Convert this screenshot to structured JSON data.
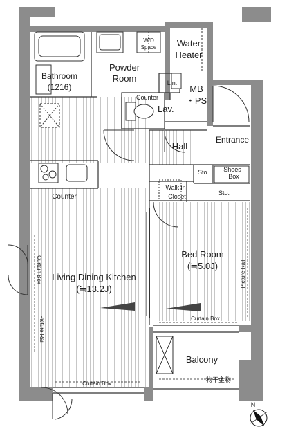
{
  "rooms": {
    "wd_space": [
      "W/D",
      "Space"
    ],
    "water_heater": [
      "Water",
      "Heater"
    ],
    "bathroom": [
      "Bathroom",
      "(1216)"
    ],
    "powder_room": [
      "Powder",
      "Room"
    ],
    "lin": "Lin.",
    "mb_ps": [
      "MB",
      "・PS"
    ],
    "counter_lav": "Counter",
    "lav": "Lav.",
    "hall": "Hall",
    "entrance": "Entrance",
    "sto_hall": "Sto.",
    "shoes_box": [
      "Shoes",
      "Box"
    ],
    "counter_kitchen": "Counter",
    "walk_in_closet": [
      "Walk in",
      "Closet"
    ],
    "sto_closet": "Sto.",
    "bed_room": [
      "Bed Room",
      "(≒5.0J)"
    ],
    "ldk": [
      "Living Dining Kitchen",
      "(≒13.2J)"
    ],
    "curtain_box_left": "Curtain Box",
    "curtain_box_bed": "Curtain Box",
    "curtain_box_bottom": "Curtain Box",
    "picture_rail_left": "Picture Rail",
    "picture_rail_right": "Picture Rail",
    "balcony": "Balcony",
    "monohoshi": "物干金物",
    "north": "N"
  }
}
